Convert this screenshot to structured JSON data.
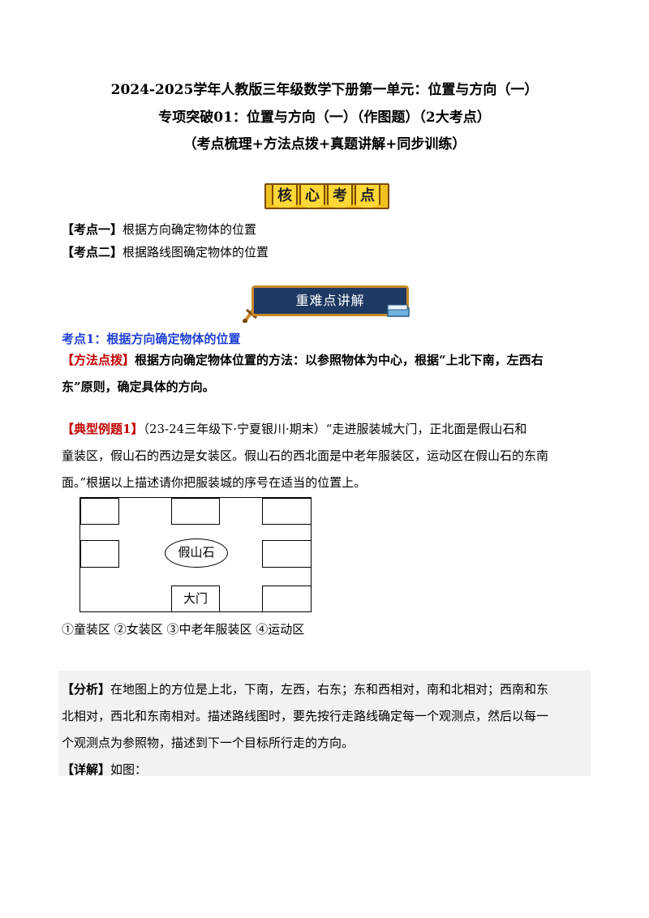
{
  "header": {
    "title_line1": "2024-2025学年人教版三年级数学下册第一单元：位置与方向（一）",
    "title_line2": "专项突破01：位置与方向（一）（作图题）（2大考点）",
    "title_line3": "（考点梳理+方法点拨+真题讲解+同步训练）"
  },
  "core_banner": {
    "chars": [
      "核",
      "心",
      "考",
      "点"
    ]
  },
  "points": [
    {
      "tag": "【考点一】",
      "text": "根据方向确定物体的位置"
    },
    {
      "tag": "【考点二】",
      "text": "根据路线图确定物体的位置"
    }
  ],
  "key_banner": {
    "label": "重难点讲解"
  },
  "section1": {
    "heading": "考点1：根据方向确定物体的位置",
    "method_tag": "【方法点拨】",
    "method_line1": "根据方向确定物体位置的方法：以参照物体为中心，根据“上北下南，左西右",
    "method_line2": "东”原则，确定具体的方向。"
  },
  "example1": {
    "tag": "【典型例题1】",
    "line1": "（23-24三年级下·宁夏银川·期末）“走进服装城大门，正北面是假山石和",
    "line2": "童装区，假山石的西边是女装区。假山石的西北面是中老年服装区，运动区在假山石的东南",
    "line3": "面。”根据以上描述请你把服装城的序号在适当的位置上。"
  },
  "diagram": {
    "center_label": "假山石",
    "gate_label": "大门"
  },
  "options_text": "①童装区 ②女装区 ③中老年服装区 ④运动区",
  "analysis": {
    "tag": "【分析】",
    "line1": "在地图上的方位是上北，下南，左西，右东；东和西相对，南和北相对；西南和东",
    "line2": "北相对，西北和东南相对。描述路线图时，要先按行走路线确定每一个观测点，然后以每一",
    "line3": "个观测点为参照物，描述到下一个目标所行走的方向。",
    "detail_tag": "【详解】",
    "detail_text": "如图："
  }
}
